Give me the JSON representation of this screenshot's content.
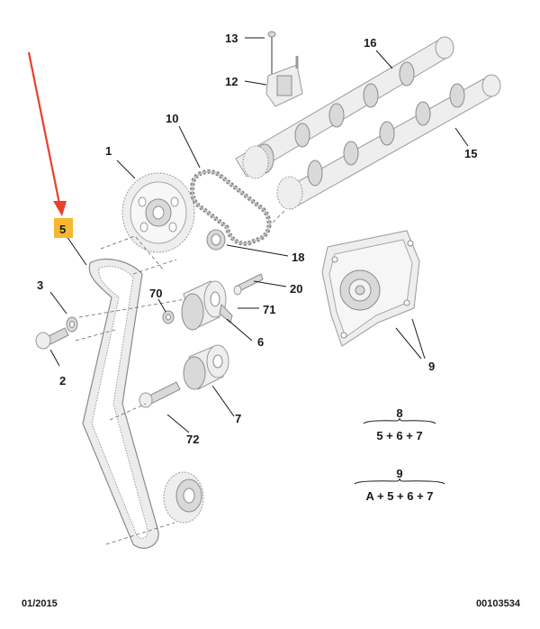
{
  "callouts": {
    "c1": "1",
    "c2": "2",
    "c3": "3",
    "c5": "5",
    "c6": "6",
    "c7": "7",
    "c9": "9",
    "c10": "10",
    "c12": "12",
    "c13": "13",
    "c15": "15",
    "c16": "16",
    "c18": "18",
    "c20": "20",
    "c70": "70",
    "c71": "71",
    "c72": "72"
  },
  "formulas": {
    "f8_title": "8",
    "f8_expr": "5 + 6 + 7",
    "f9_title": "9",
    "f9_expr": "A + 5 + 6 + 7"
  },
  "footer": {
    "date": "01/2015",
    "ref": "00103534"
  },
  "colors": {
    "arrow": "#e8412a",
    "highlight": "#f5b82e",
    "linework": "#9a9a9a",
    "fill": "#eeeeee"
  }
}
